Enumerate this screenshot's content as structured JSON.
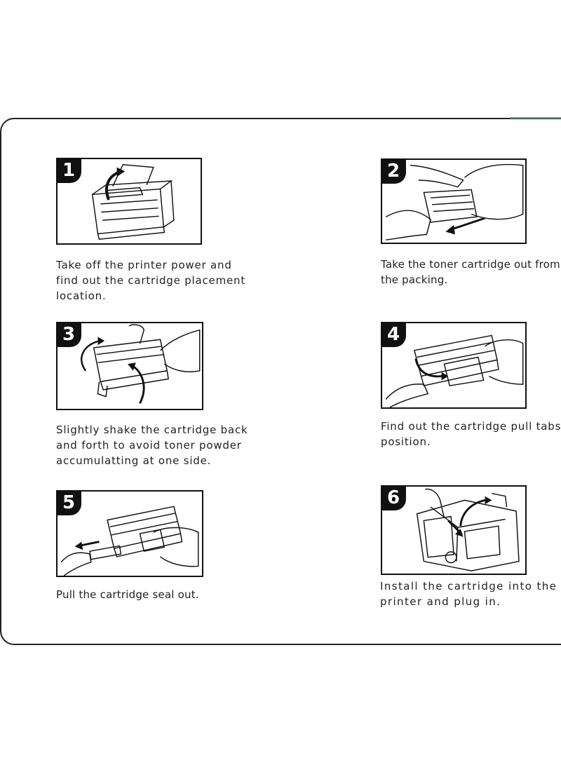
{
  "steps": [
    {
      "number": "1",
      "icon": "printer-open-lid-icon",
      "caption": "Take off the printer power and\nfind out the cartridge placement\nlocation."
    },
    {
      "number": "2",
      "icon": "unpack-cartridge-icon",
      "caption": "Take the toner cartridge out from\nthe packing."
    },
    {
      "number": "3",
      "icon": "shake-cartridge-icon",
      "caption": "Slightly shake the cartridge back\nand forth to avoid toner powder\naccumulatting at one side."
    },
    {
      "number": "4",
      "icon": "pull-tab-icon",
      "caption": "Find out the cartridge pull tabs\nposition."
    },
    {
      "number": "5",
      "icon": "pull-seal-icon",
      "caption": "Pull the cartridge seal out."
    },
    {
      "number": "6",
      "icon": "install-cartridge-icon",
      "caption": "Install the cartridge into the\nprinter and plug in."
    }
  ]
}
